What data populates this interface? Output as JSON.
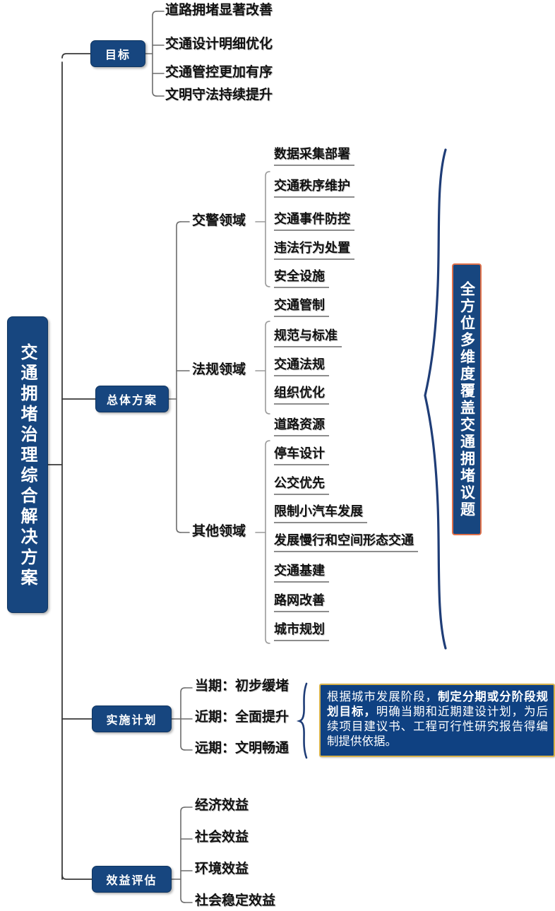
{
  "root": {
    "label": "交通拥堵综合解决方案",
    "text": "交通拥堵治理综合解决方案"
  },
  "colors": {
    "node_fill": "#17467F",
    "node_border": "#0F3560",
    "slogan_border": "#E0714A",
    "callout_fill": "#0F4182",
    "callout_border": "#D8B24A",
    "brace": "#1F3D77",
    "connector": "#3A3A3A",
    "leaf_underline": "#8D8D8D"
  },
  "branches": [
    {
      "id": "goal",
      "label": "目标",
      "children": [
        {
          "label": "道路拥堵显著改善"
        },
        {
          "label": "交通设计明细优化"
        },
        {
          "label": "交通管控更加有序"
        },
        {
          "label": "文明守法持续提升"
        }
      ]
    },
    {
      "id": "overall-plan",
      "label": "总体方案",
      "groups": [
        {
          "label": "交警领域",
          "items": [
            {
              "label": "数据采集部署"
            },
            {
              "label": "交通秩序维护"
            },
            {
              "label": "交通事件防控"
            },
            {
              "label": "违法行为处置"
            },
            {
              "label": "安全设施"
            }
          ]
        },
        {
          "label": "法规领域",
          "items": [
            {
              "label": "交通管制"
            },
            {
              "label": "规范与标准"
            },
            {
              "label": "交通法规"
            },
            {
              "label": "组织优化"
            }
          ]
        },
        {
          "label": "其他领域",
          "items": [
            {
              "label": "道路资源"
            },
            {
              "label": "停车设计"
            },
            {
              "label": "公交优先"
            },
            {
              "label": "限制小汽车发展"
            },
            {
              "label": "发展慢行和空间形态交通"
            },
            {
              "label": "交通基建"
            },
            {
              "label": "路网改善"
            },
            {
              "label": "城市规划"
            }
          ]
        }
      ],
      "slogan": "全方位多维度覆盖交通拥堵议题"
    },
    {
      "id": "implementation-plan",
      "label": "实施计划",
      "children": [
        {
          "label": "当期：初步缓堵"
        },
        {
          "label": "近期：全面提升"
        },
        {
          "label": "远期：文明畅通"
        }
      ],
      "callout": {
        "part1": "根据城市发展阶段，",
        "bold": "制定分期或分阶段规划目标，",
        "part2": "明确当期和近期建设计划，为后续项目建议书、工程可行性研究报告得编制提供依据。"
      }
    },
    {
      "id": "benefit-evaluation",
      "label": "效益评估",
      "children": [
        {
          "label": "经济效益"
        },
        {
          "label": "社会效益"
        },
        {
          "label": "环境效益"
        },
        {
          "label": "社会稳定效益"
        }
      ]
    }
  ]
}
